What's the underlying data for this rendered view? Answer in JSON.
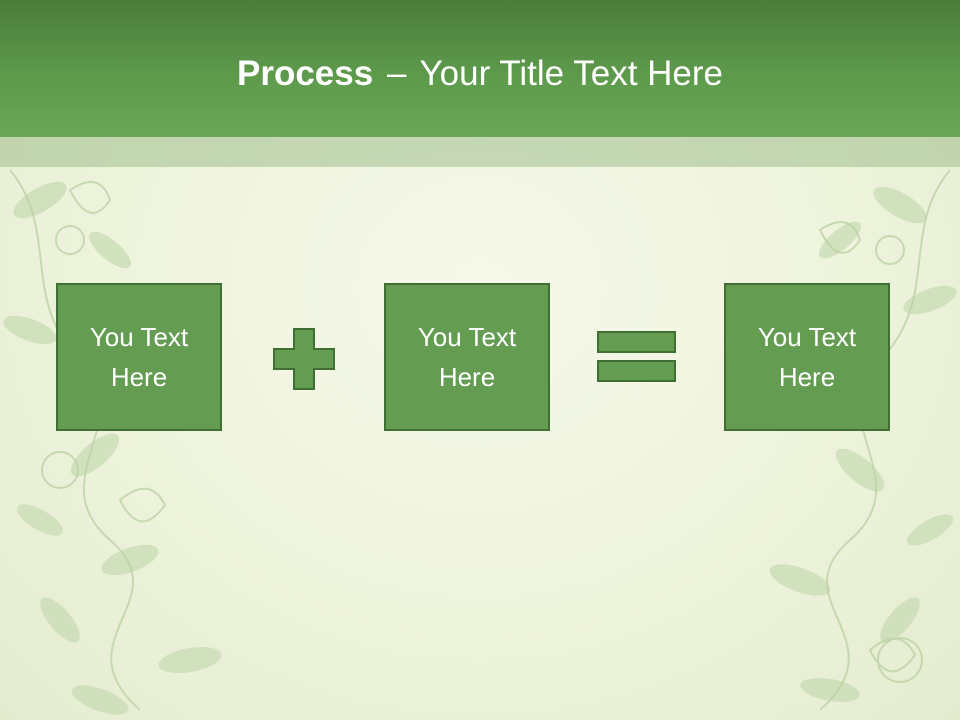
{
  "slide": {
    "title_bold": "Process",
    "title_separator": "–",
    "title_rest": "Your Title Text Here"
  },
  "boxes": [
    {
      "text": "You Text Here"
    },
    {
      "text": "You Text Here"
    },
    {
      "text": "You Text Here"
    }
  ],
  "operators": {
    "plus": "plus-icon",
    "equals": "equals-icon"
  },
  "colors": {
    "title_bar": "#5e9a4c",
    "box_fill": "#649c52",
    "box_border": "#3f6f33",
    "background": "#eef3dc"
  }
}
